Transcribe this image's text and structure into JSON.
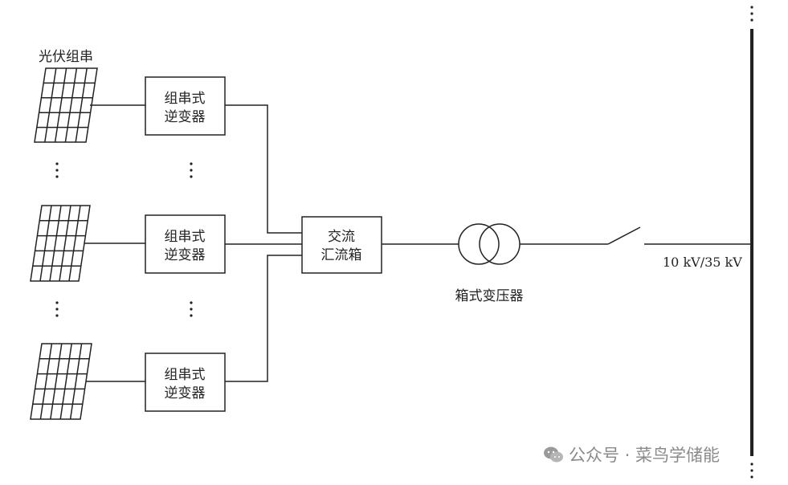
{
  "labels": {
    "pv_string": "光伏组串",
    "transformer": "箱式变压器",
    "voltage": "10 kV/35 kV"
  },
  "inverters": [
    {
      "line1": "组串式",
      "line2": "逆变器"
    },
    {
      "line1": "组串式",
      "line2": "逆变器"
    },
    {
      "line1": "组串式",
      "line2": "逆变器"
    }
  ],
  "combiner": {
    "line1": "交流",
    "line2": "汇流箱"
  },
  "watermark": {
    "text": "公众号 · 菜鸟学储能",
    "icon": "wechat-icon"
  },
  "colors": {
    "line": "#222222",
    "watermark": "#8a8a8a"
  }
}
